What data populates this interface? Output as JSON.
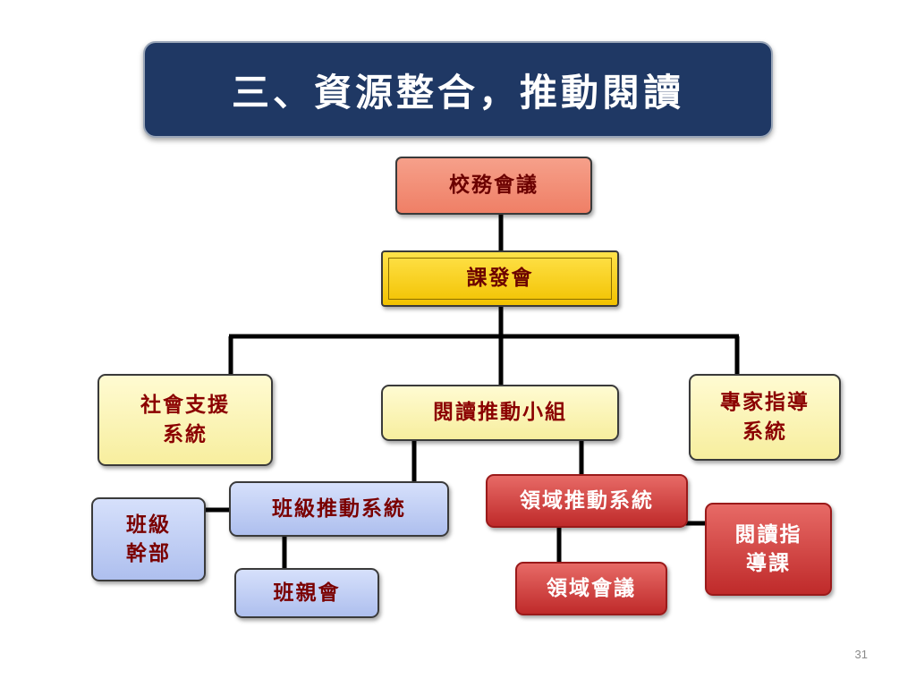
{
  "title": "三、資源整合，推動閱讀",
  "nodes": {
    "school_meeting": "校務會議",
    "curriculum_committee": "課發會",
    "social_support": "社會支援\n系統",
    "reading_team": "閱讀推動小組",
    "expert_guidance": "專家指導\n系統",
    "class_system": "班級推動系統",
    "domain_system": "領域推動系統",
    "class_cadre": "班級\n幹部",
    "parents_meeting": "班親會",
    "domain_meeting": "領域會議",
    "reading_course": "閱讀指\n導課"
  },
  "page_number": "31",
  "colors": {
    "title_bg": "#1f3864",
    "salmon": "#f08a72",
    "gold": "#f7cf16",
    "yellow": "#fbf4b8",
    "blue": "#c1cff4",
    "red": "#d23f3d"
  }
}
